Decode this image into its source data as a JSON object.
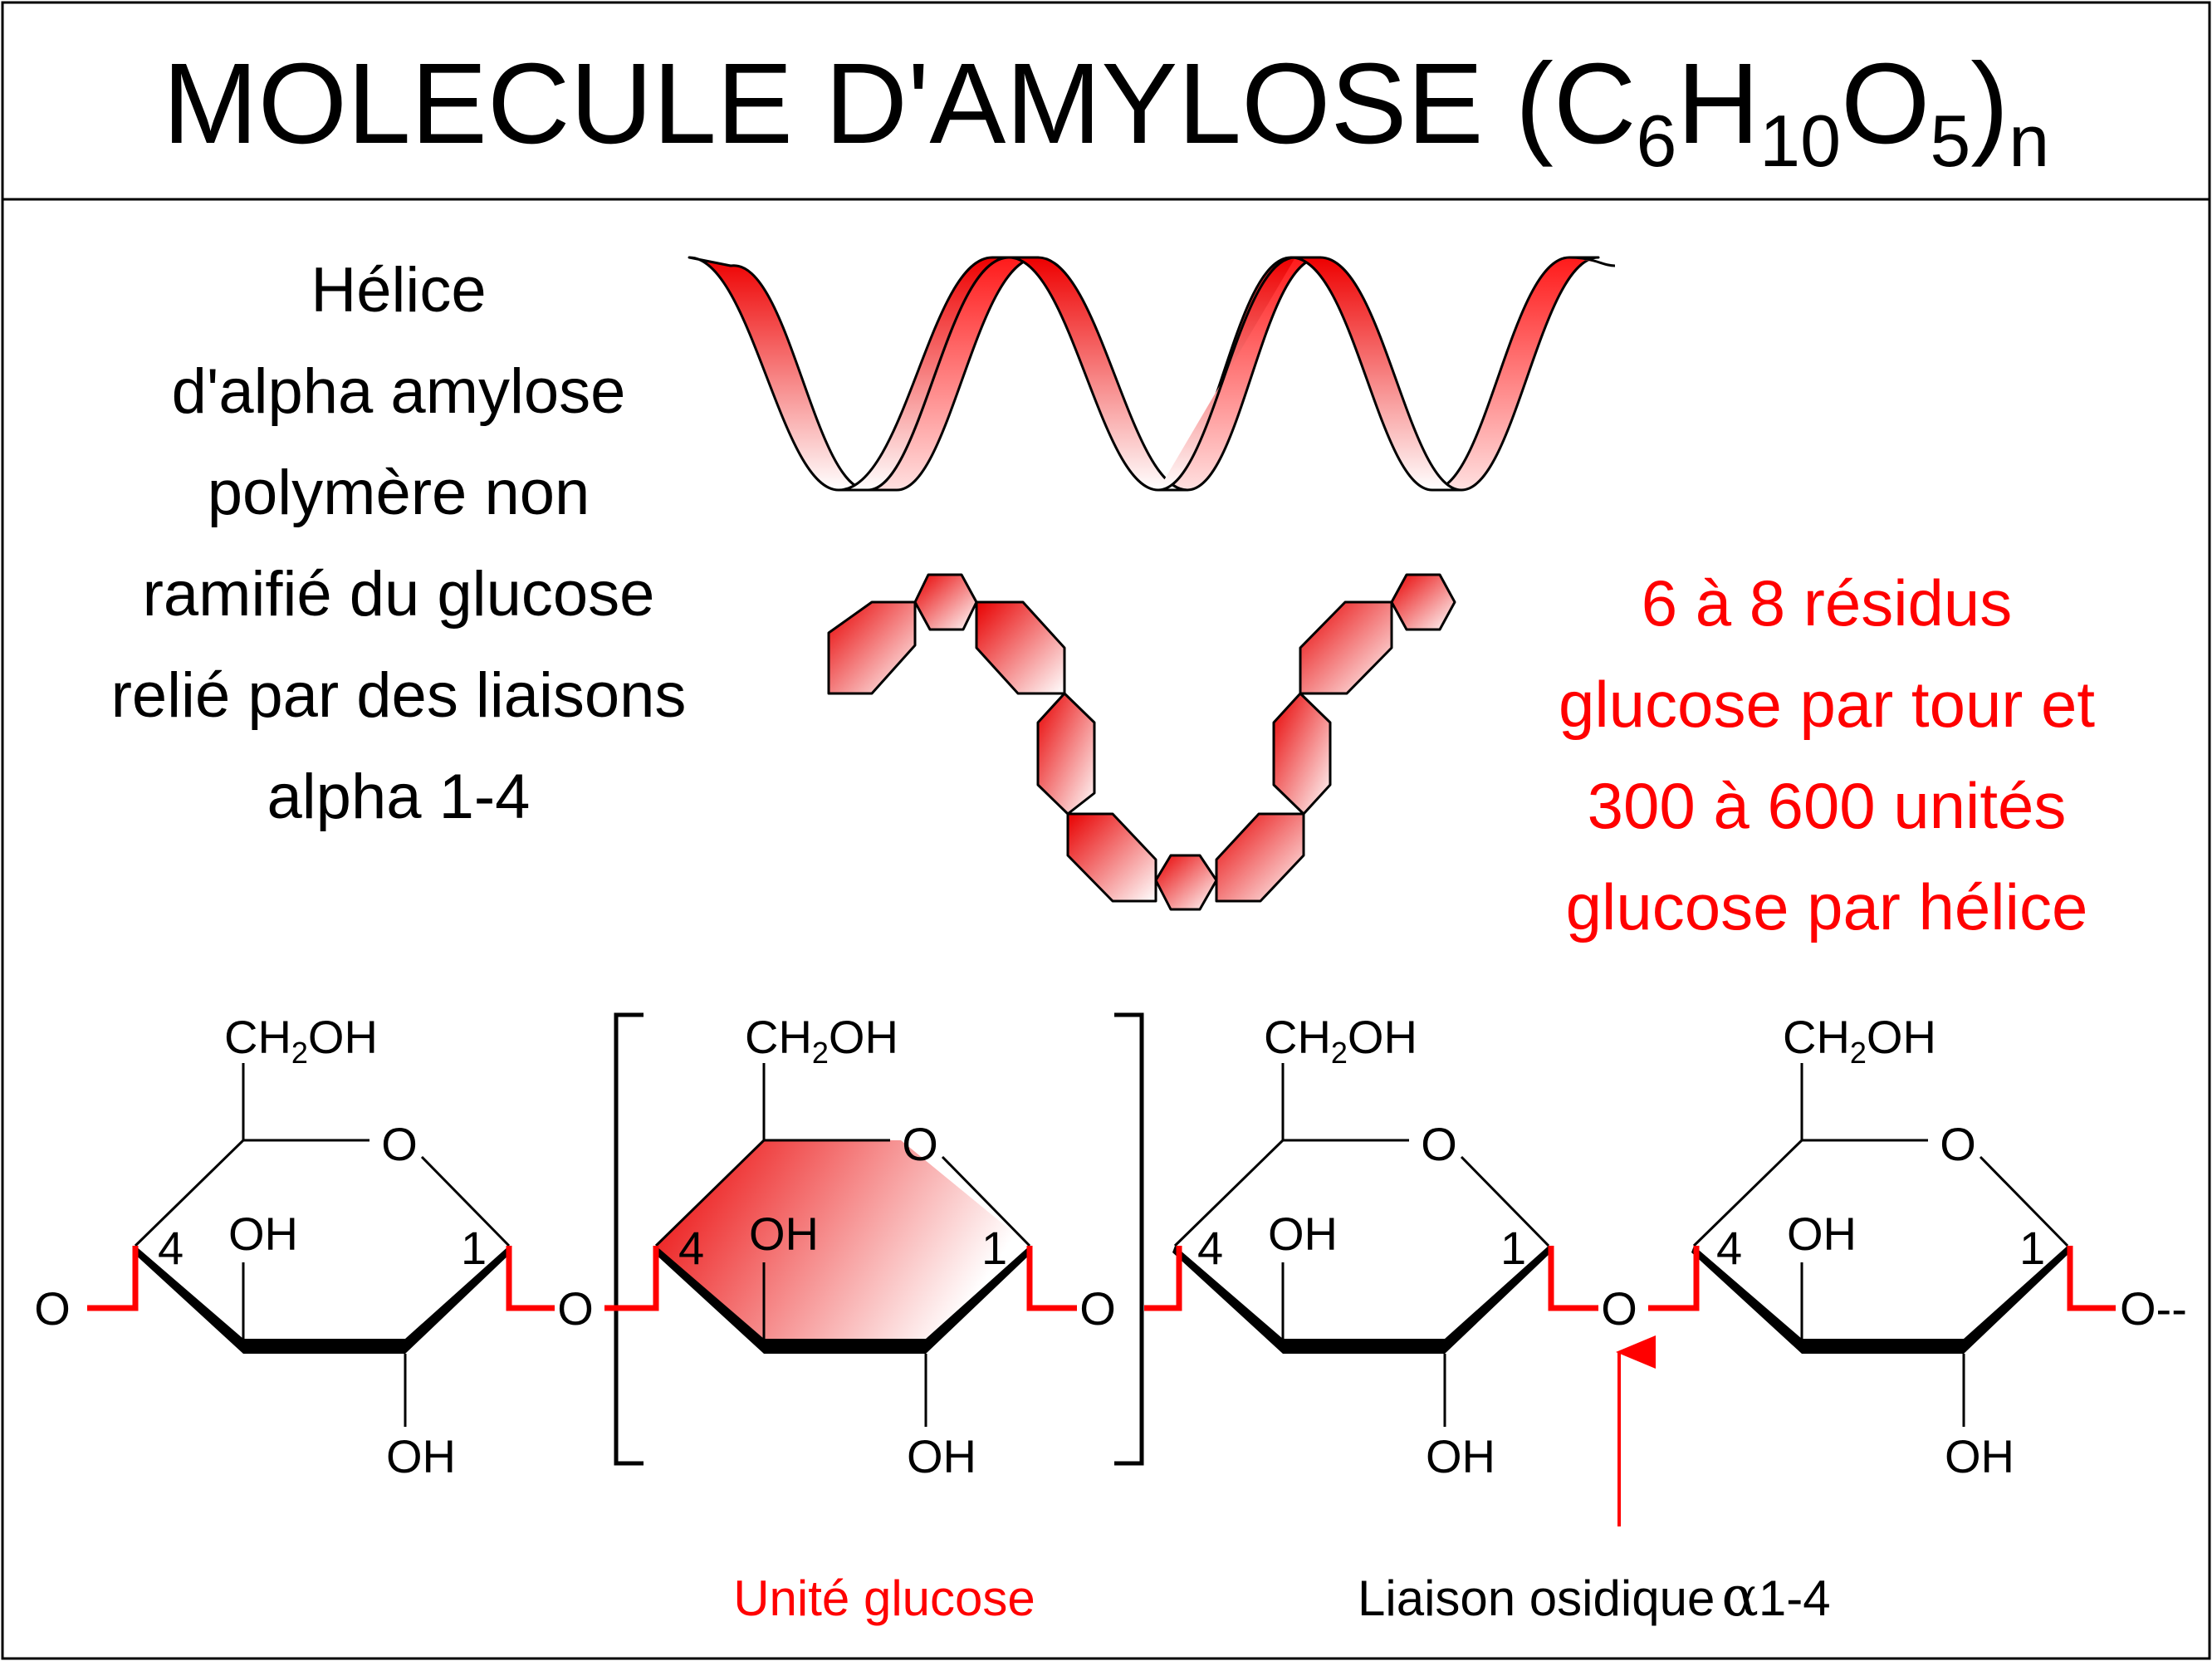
{
  "title": {
    "main": "MOLECULE D'AMYLOSE (C",
    "sub_6": "6",
    "h": "H",
    "sub_10": "10",
    "o": "O",
    "sub_5": "5",
    "close": ")",
    "sub_n": "n"
  },
  "left_text": [
    "Hélice",
    "d'alpha amylose",
    "polymère non",
    "ramifié du glucose",
    "relié par des liaisons",
    "alpha 1-4"
  ],
  "right_text": [
    "6 à 8 résidus",
    "glucose par tour et",
    "300 à 600 unités",
    "glucose par hélice"
  ],
  "chain": {
    "ch2oh_prefix": "CH",
    "ch2oh_sub": "2",
    "ch2oh_suffix": "OH",
    "ring_o": "O",
    "oh": "OH",
    "c4": "4",
    "c1": "1",
    "bridge_o": "O",
    "terminal_right": "O--"
  },
  "captions": {
    "glucose_unit": "Unité glucose",
    "bond_label": "Liaison osidique",
    "bond_alpha": "α",
    "bond_position": "1-4"
  },
  "colors": {
    "accent": "#ff0000",
    "text": "#000000",
    "border": "#000000"
  }
}
